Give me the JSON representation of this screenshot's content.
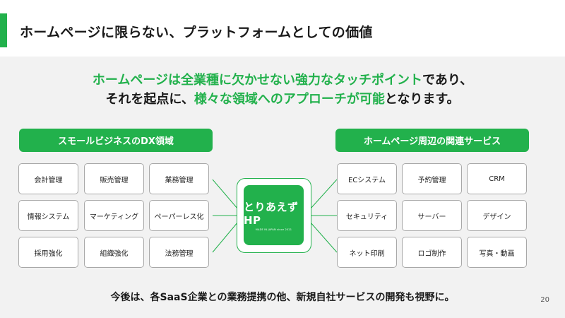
{
  "slide": {
    "title": "ホームページに限らない、プラットフォームとしての価値",
    "page_number": "20",
    "accent_color": "#22b14c"
  },
  "headline": {
    "line1": [
      {
        "text": "ホームページは全業種に欠かせない強力なタッチポイント",
        "highlight": true
      },
      {
        "text": "であり、",
        "highlight": false
      }
    ],
    "line2": [
      {
        "text": "それを起点に、",
        "highlight": false
      },
      {
        "text": "様々な領域へのアプローチが可能",
        "highlight": true
      },
      {
        "text": "となります。",
        "highlight": false
      }
    ]
  },
  "left_section": {
    "title": "スモールビジネスのDX領域",
    "items": [
      "会計管理",
      "販売管理",
      "業務管理",
      "情報システム",
      "マーケティング",
      "ペーパーレス化",
      "採用強化",
      "組織強化",
      "法務管理"
    ]
  },
  "right_section": {
    "title": "ホームページ周辺の関連サービス",
    "items": [
      "ECシステム",
      "予約管理",
      "CRM",
      "セキュリティ",
      "サーバー",
      "デザイン",
      "ネット印刷",
      "ロゴ制作",
      "写真・動画"
    ]
  },
  "logo": {
    "text": "とりあえずHP",
    "tagline": "MADE IN JAPAN since 2021"
  },
  "footer": {
    "text": "今後は、各SaaS企業との業務提携の他、新規自社サービスの開発も視野に。"
  }
}
